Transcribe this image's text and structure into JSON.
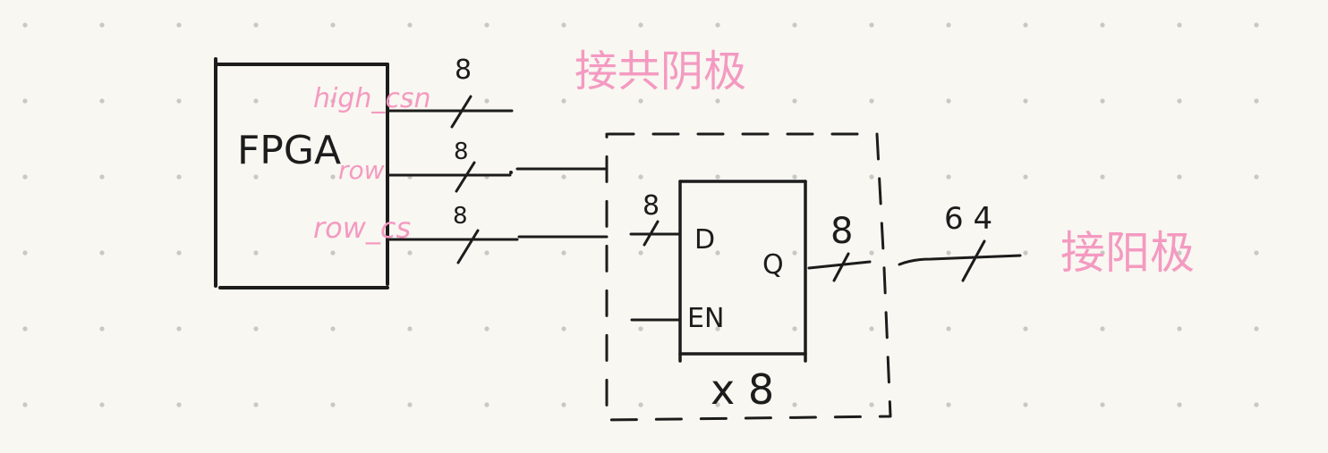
{
  "theme": {
    "background": "#f8f7f1",
    "ink": "#1c1c1c",
    "annotation": "#f49ac1",
    "grid_dot": "#c9c8c3"
  },
  "fpga": {
    "label": "FPGA"
  },
  "signals": [
    {
      "name": "high_csn",
      "bus_width": "8"
    },
    {
      "name": "row",
      "bus_width": "8"
    },
    {
      "name": "row_cs",
      "bus_width": "8"
    }
  ],
  "annotations": {
    "cathode": "接共阴极",
    "anode": "接阳极"
  },
  "latch": {
    "d_label": "D",
    "q_label": "Q",
    "en_label": "EN",
    "d_width": "8",
    "q_width": "8",
    "multiplier": "x 8"
  },
  "output": {
    "bus_width": "6 4"
  }
}
